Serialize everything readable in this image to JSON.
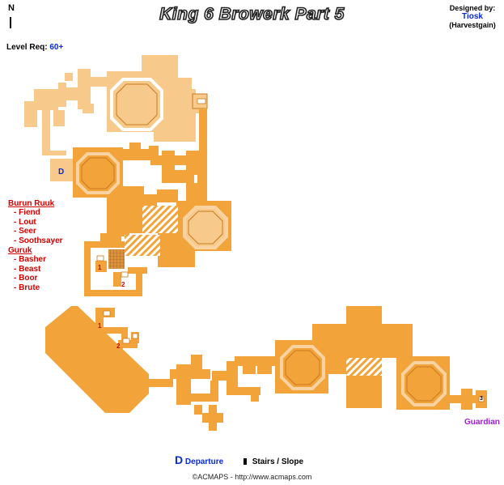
{
  "title": "King 6 Browerk Part 5",
  "compass": {
    "north_label": "N"
  },
  "level_req": {
    "label": "Level Req:",
    "value": "60+"
  },
  "designer": {
    "label": "Designed by:",
    "name": "Tiosk",
    "realm": "(Harvestgain)"
  },
  "legend_groups": [
    {
      "heading": "Burun Ruuk",
      "items": [
        "- Fiend",
        "- Lout",
        "- Seer",
        "- Soothsayer"
      ]
    },
    {
      "heading": "Guruk",
      "items": [
        "- Basher",
        "- Beast",
        "- Boor",
        "- Brute"
      ]
    }
  ],
  "map_labels": {
    "departure_marker": "D",
    "guardian": "Guardian",
    "stairs_1a": "1",
    "stairs_2a": "2",
    "stairs_1b": "1",
    "stairs_2b": "2",
    "stairs_3": "3"
  },
  "key": {
    "departure_symbol": "D",
    "departure_label": "Departure",
    "stairs_label": "Stairs / Slope"
  },
  "footer": "©ACMAPS - http://www.acmaps.com",
  "colors": {
    "floor": "#f2a33a",
    "upper_floor": "#f7c98a",
    "ring": "#f8d2a0",
    "outline": "#c97a1f"
  }
}
